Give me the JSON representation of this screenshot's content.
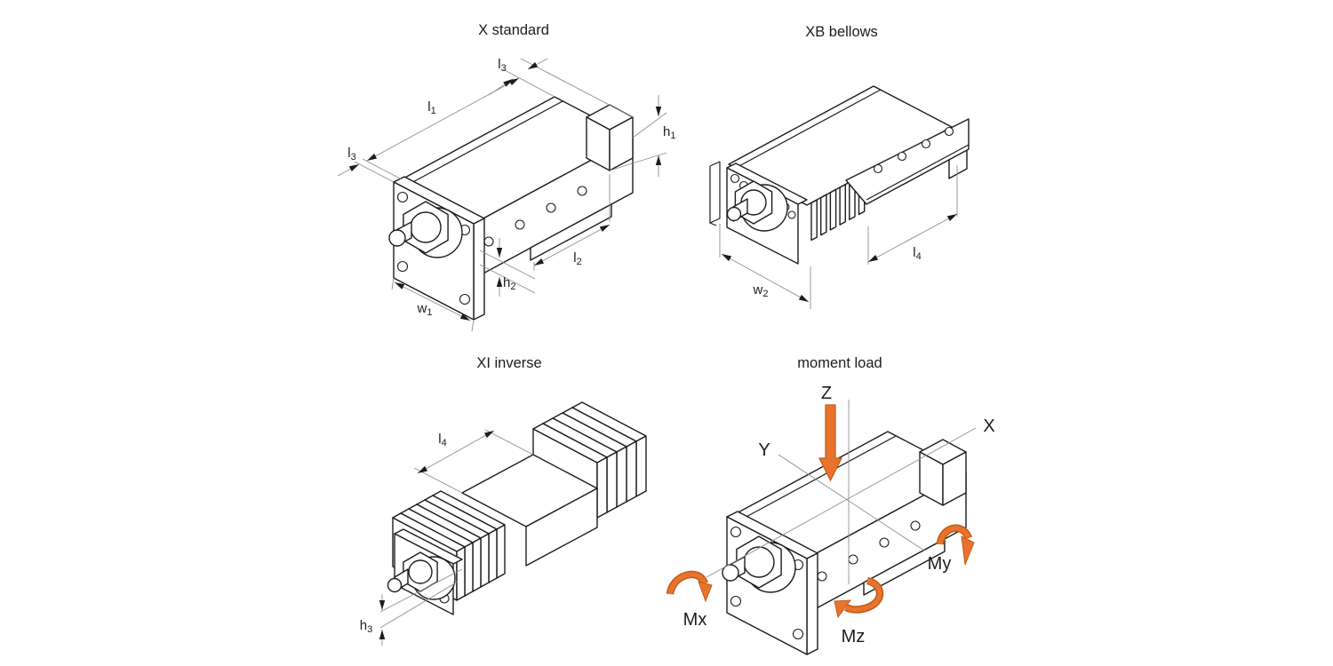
{
  "colors": {
    "accent": "#E8742C",
    "accent_dark": "#C05A18",
    "ink": "#1c1c1c",
    "dim_line": "#8f8f8f",
    "background": "#ffffff"
  },
  "panels": {
    "x_standard": {
      "title": "X standard",
      "labels": {
        "l3_top": {
          "base": "l",
          "sub": "3"
        },
        "l1": {
          "base": "l",
          "sub": "1"
        },
        "l3_left": {
          "base": "l",
          "sub": "3"
        },
        "h1": {
          "base": "h",
          "sub": "1"
        },
        "h2": {
          "base": "h",
          "sub": "2"
        },
        "l2": {
          "base": "l",
          "sub": "2"
        },
        "w1": {
          "base": "w",
          "sub": "1"
        }
      }
    },
    "xb_bellows": {
      "title": "XB bellows",
      "labels": {
        "w2": {
          "base": "w",
          "sub": "2"
        },
        "l4": {
          "base": "l",
          "sub": "4"
        }
      }
    },
    "xi_inverse": {
      "title": "XI inverse",
      "labels": {
        "l4": {
          "base": "l",
          "sub": "4"
        },
        "h3": {
          "base": "h",
          "sub": "3"
        }
      }
    },
    "moment_load": {
      "title": "moment load",
      "labels": {
        "z": "Z",
        "y": "Y",
        "x": "X",
        "mx": "Mx",
        "my": "My",
        "mz": "Mz"
      }
    }
  }
}
